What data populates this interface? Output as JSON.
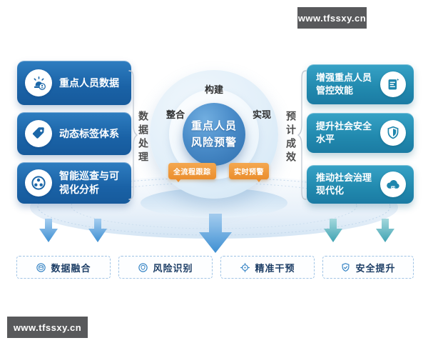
{
  "watermarks": {
    "top_right": "www.tfssxy.cn",
    "bottom_left": "www.tfssxy.cn"
  },
  "left_panel": {
    "group_label": "数据处理",
    "items": [
      {
        "label": "重点人员数据",
        "icon": "alarm-person-icon"
      },
      {
        "label": "动态标签体系",
        "icon": "tag-icon"
      },
      {
        "label": "智能巡查与可视化分析",
        "icon": "collaboration-icon"
      }
    ]
  },
  "right_panel": {
    "group_label": "预计成效",
    "items": [
      {
        "label": "增强重点人员管控效能",
        "icon": "report-icon"
      },
      {
        "label": "提升社会安全水平",
        "icon": "shield-icon"
      },
      {
        "label": "推动社会治理现代化",
        "icon": "cloud-icon"
      }
    ]
  },
  "center": {
    "core_title_line1": "重点人员",
    "core_title_line2": "风险预警",
    "label_top": "构建",
    "label_left": "整合",
    "label_right": "实现",
    "badge_left": "全流程跟踪",
    "badge_right": "实时预警"
  },
  "bottom_row": [
    {
      "label": "数据融合",
      "icon": "data-fusion-icon"
    },
    {
      "label": "风险识别",
      "icon": "risk-shield-icon"
    },
    {
      "label": "精准干预",
      "icon": "target-icon"
    },
    {
      "label": "安全提升",
      "icon": "shield-check-icon"
    }
  ],
  "colors": {
    "left_box_blue": "#1e6fb2",
    "right_box_teal": "#2592b8",
    "core_circle_blue": "#3c7fc0",
    "badge_orange": "#ee9637",
    "arrow_blue": "#4a97d8",
    "arrow_teal": "#4fb0ba",
    "watermark_bg": "#58595b"
  }
}
